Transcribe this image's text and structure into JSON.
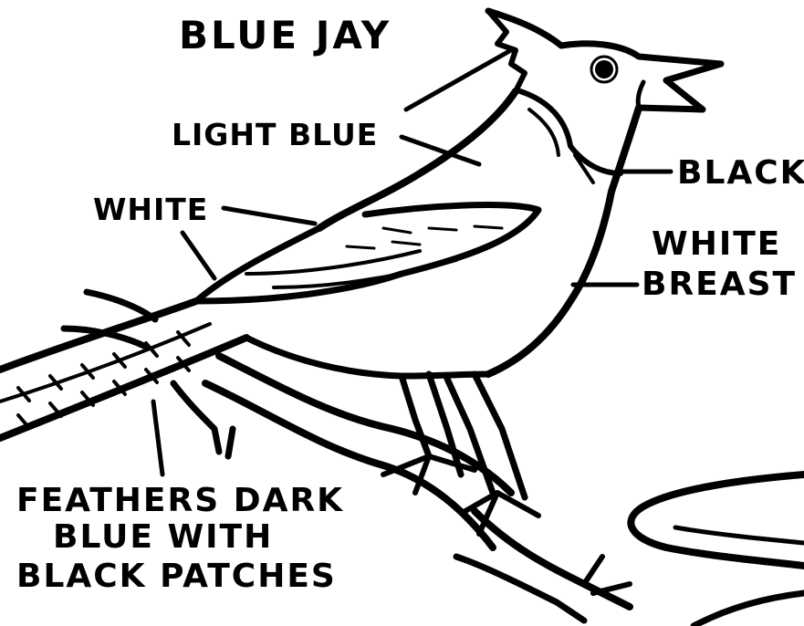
{
  "title": "BLUE JAY",
  "labels": {
    "light_blue": "LIGHT BLUE",
    "white": "WHITE",
    "black": "BLACK",
    "white_breast_line1": "WHITE",
    "white_breast_line2": "BREAST",
    "feathers_line1": "FEATHERS DARK",
    "feathers_line2": "BLUE WITH",
    "feathers_line3": "BLACK PATCHES"
  },
  "colors": {
    "ink": "#000000",
    "paper": "#ffffff"
  }
}
